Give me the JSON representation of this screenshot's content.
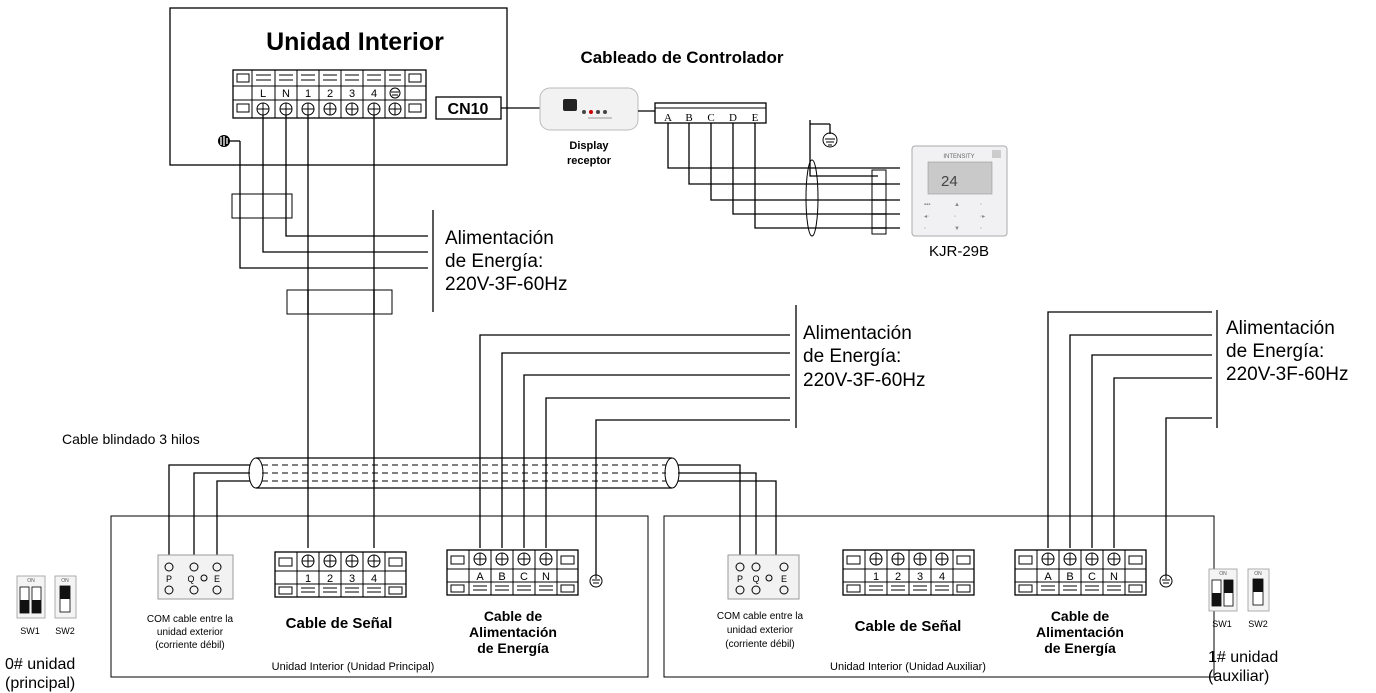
{
  "indoor_unit": {
    "title": "Unidad Interior",
    "terminals": [
      "L",
      "N",
      "1",
      "2",
      "3",
      "4"
    ],
    "cn10": "CN10"
  },
  "controller": {
    "title": "Cableado de Controlador",
    "display_label_1": "Display",
    "display_label_2": "receptor",
    "terminals": [
      "A",
      "B",
      "C",
      "D",
      "E"
    ],
    "remote_model": "KJR-29B",
    "remote_brand": "INTENSITY",
    "remote_temp": "24"
  },
  "power_top": {
    "line1": "Alimentación",
    "line2": "de Energía:",
    "line3": "220V-3F-60Hz"
  },
  "power_mid": {
    "line1": "Alimentación",
    "line2": "de Energía:",
    "line3": "220V-3F-60Hz"
  },
  "power_right": {
    "line1": "Alimentación",
    "line2": "de Energía:",
    "line3": "220V-3F-60Hz"
  },
  "shielded_cable": "Cable blindado 3 hilos",
  "unit_main": {
    "caption": "Unidad Interior (Unidad Principal)",
    "com_terms": [
      "P",
      "Q",
      "E"
    ],
    "com_1": "COM cable entre la",
    "com_2": "unidad exterior",
    "com_3": "(corriente débil)",
    "signal_terms": [
      "1",
      "2",
      "3",
      "4"
    ],
    "signal_label": "Cable de Señal",
    "power_terms": [
      "A",
      "B",
      "C",
      "N"
    ],
    "power_1": "Cable de",
    "power_2": "Alimentación",
    "power_3": "de Energía"
  },
  "unit_aux": {
    "caption": "Unidad Interior (Unidad Auxiliar)",
    "com_terms": [
      "P",
      "Q",
      "E"
    ],
    "com_1": "COM cable entre la",
    "com_2": "unidad exterior",
    "com_3": "(corriente débil)",
    "signal_terms": [
      "1",
      "2",
      "3",
      "4"
    ],
    "signal_label": "Cable de Señal",
    "power_terms": [
      "A",
      "B",
      "C",
      "N"
    ],
    "power_1": "Cable de",
    "power_2": "Alimentación",
    "power_3": "de Energía"
  },
  "dip_left": {
    "sw1": "SW1",
    "sw2": "SW2",
    "on": "ON",
    "label_1": "0# unidad",
    "label_2": "(principal)"
  },
  "dip_right": {
    "sw1": "SW1",
    "sw2": "SW2",
    "on": "ON",
    "label_1": "1# unidad",
    "label_2": "(auxiliar)"
  }
}
